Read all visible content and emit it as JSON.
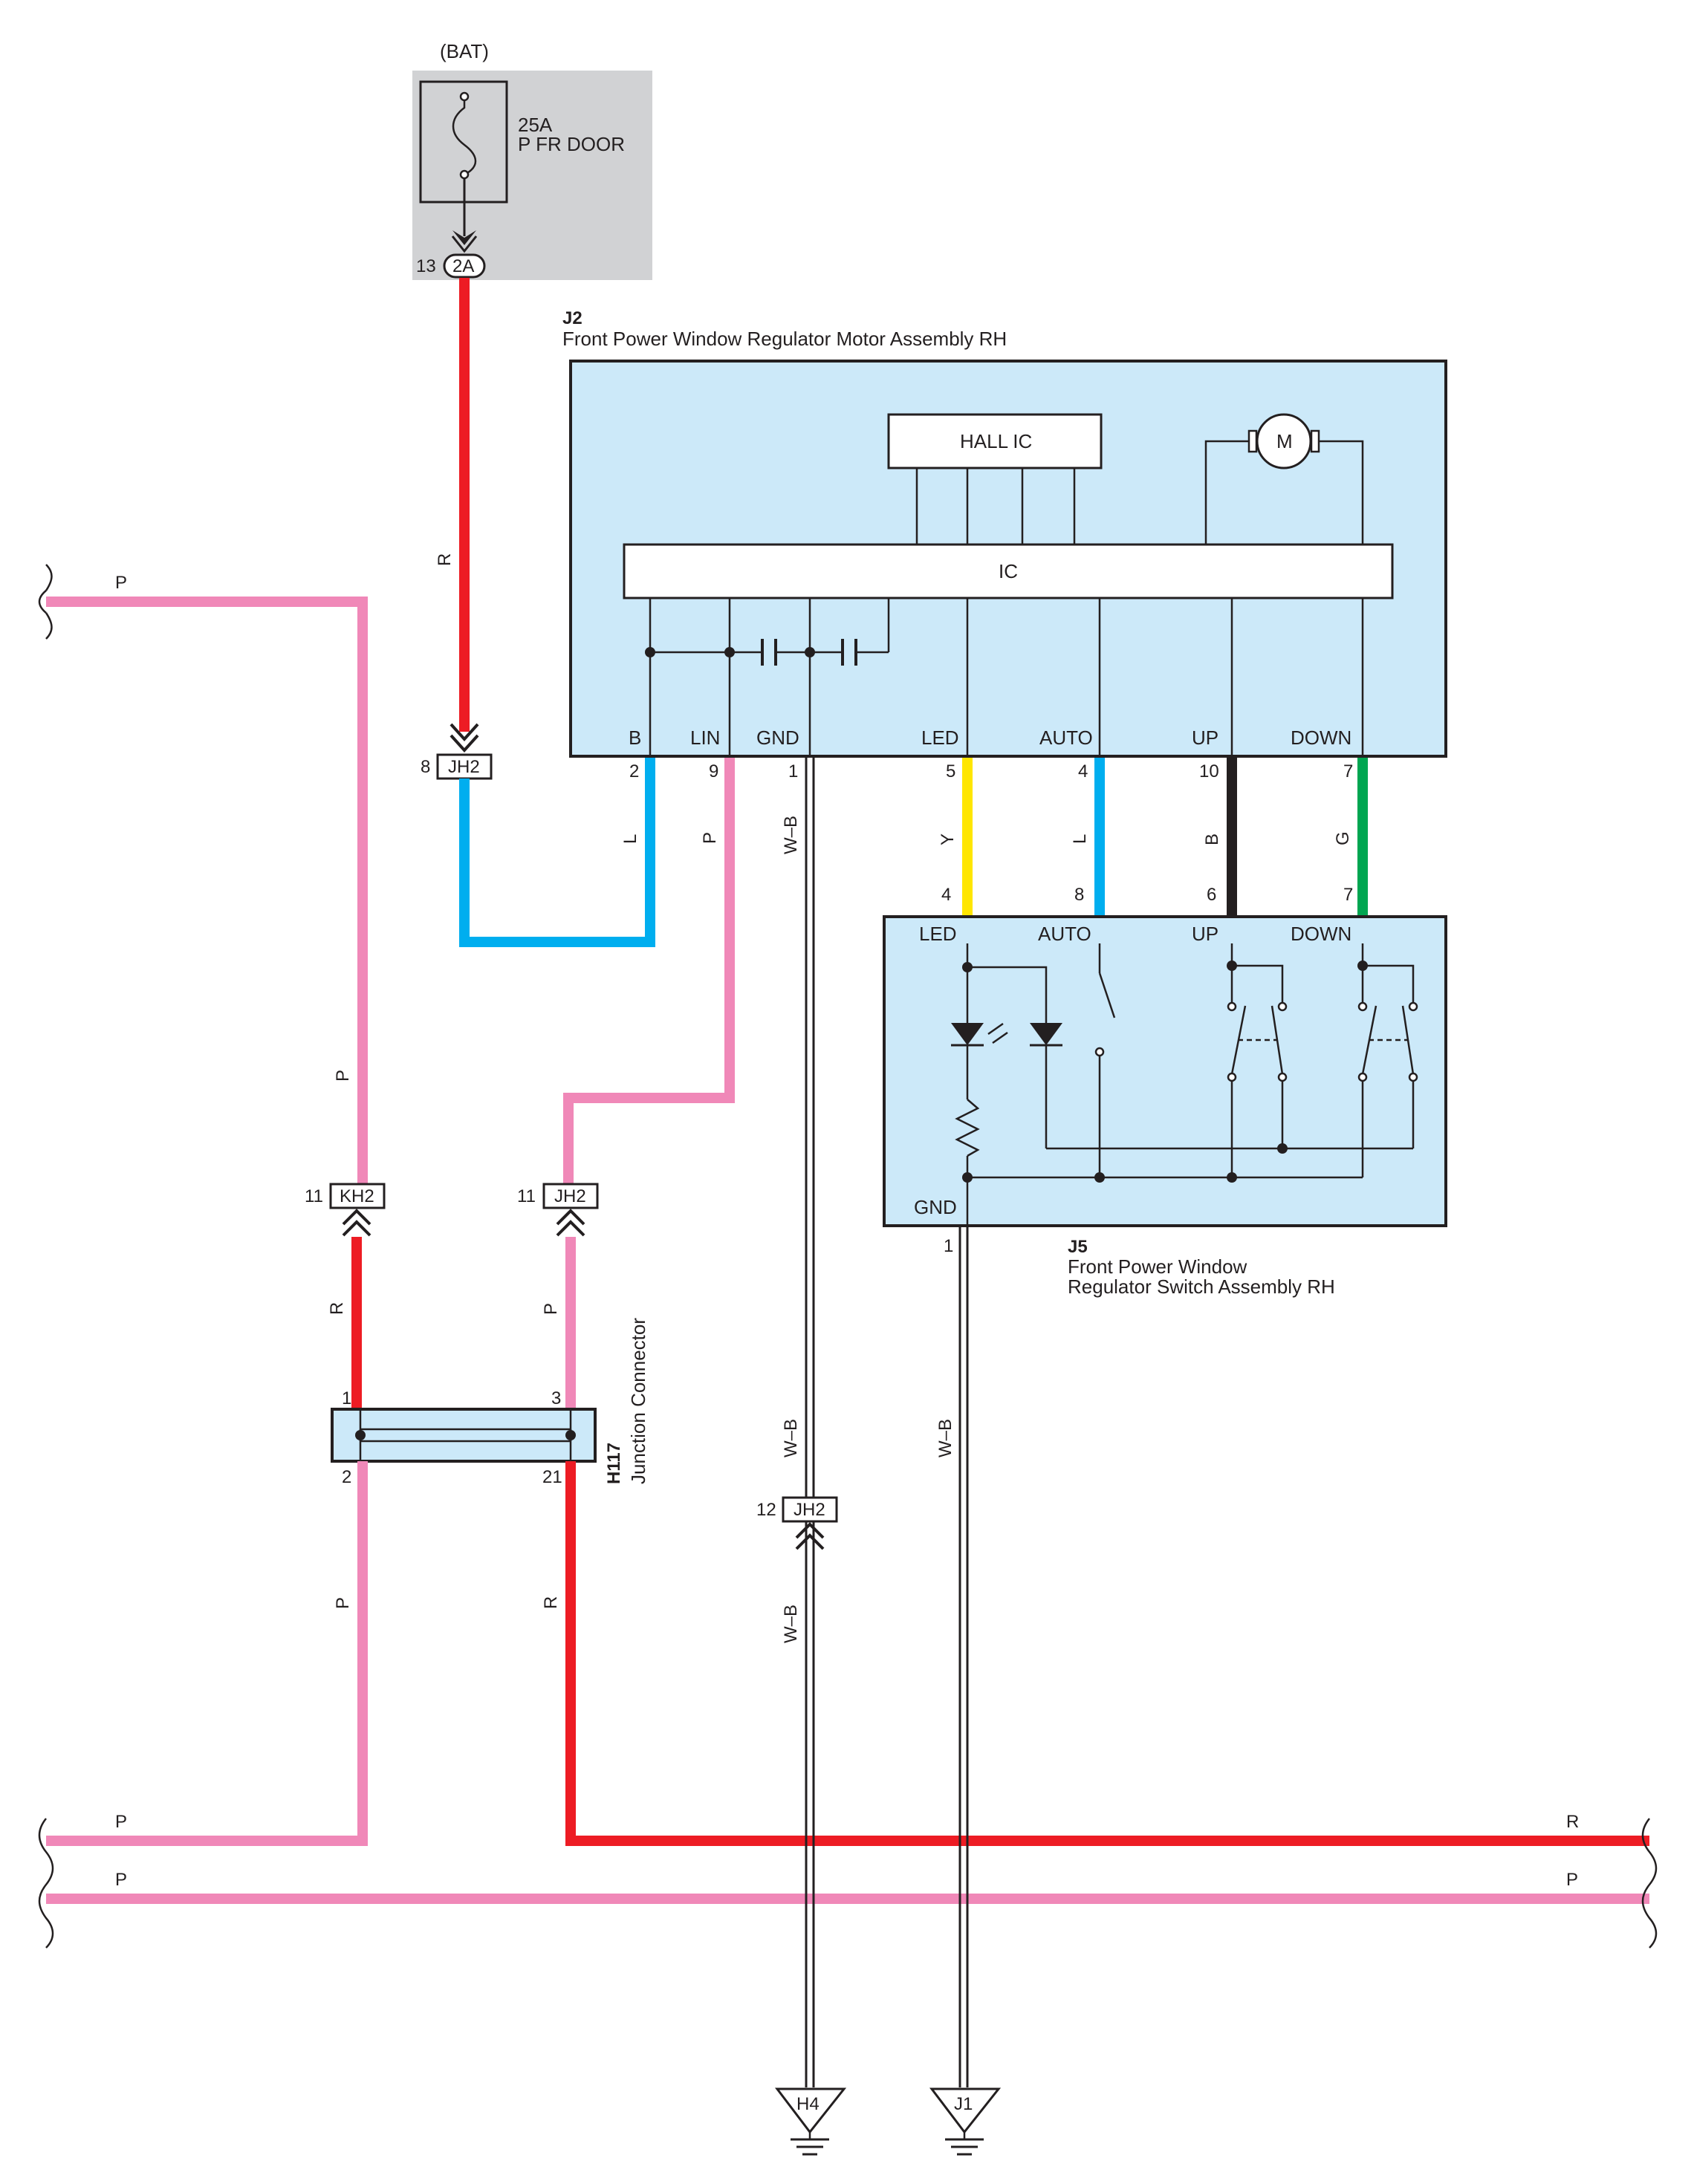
{
  "colors": {
    "red": "#ed1c24",
    "pink": "#f088b8",
    "blue": "#00aeef",
    "yellow": "#ffe600",
    "green": "#00a651",
    "black": "#231f20",
    "panel_blue": "#cce9f9",
    "fuse_gray": "#d1d2d4"
  },
  "fuse_block": {
    "source": "(BAT)",
    "rating": "25A",
    "name": "P FR DOOR",
    "pin": "13",
    "connector": "2A"
  },
  "motor_assembly": {
    "id": "J2",
    "name": "Front Power Window Regulator Motor Assembly RH",
    "hall_ic": "HALL IC",
    "motor": "M",
    "ic": "IC",
    "terminals": [
      "B",
      "LIN",
      "GND",
      "LED",
      "AUTO",
      "UP",
      "DOWN"
    ],
    "pins": [
      "2",
      "9",
      "1",
      "5",
      "4",
      "10",
      "7"
    ]
  },
  "switch_assembly": {
    "id": "J5",
    "name_line1": "Front Power Window",
    "name_line2": "Regulator Switch Assembly RH",
    "terminals": [
      "LED",
      "AUTO",
      "UP",
      "DOWN"
    ],
    "pins": [
      "4",
      "8",
      "6",
      "7"
    ],
    "gnd_label": "GND",
    "gnd_pin": "1"
  },
  "junction_connector": {
    "id": "H117",
    "name": "Junction Connector",
    "pins_top": [
      "1",
      "3"
    ],
    "pins_bottom": [
      "2",
      "21"
    ]
  },
  "connectors": {
    "jh2_b": {
      "pin": "8",
      "label": "JH2"
    },
    "kh2": {
      "pin": "11",
      "label": "KH2"
    },
    "jh2_lin": {
      "pin": "11",
      "label": "JH2"
    },
    "jh2_gnd": {
      "pin": "12",
      "label": "JH2"
    }
  },
  "wires": {
    "bat_wire": "R",
    "b_wire": "L",
    "lin_wire": "P",
    "gnd_wire": "W–B",
    "led_wire": "Y",
    "auto_wire": "L",
    "up_wire": "B",
    "down_wire": "G",
    "left_top": "P",
    "left_mid": "P",
    "left_r": "R",
    "lin_upper": "P",
    "lin_lower": "P",
    "left_bottom": "P",
    "junction_right_r": "R",
    "gnd_lower": "W–B",
    "j5_gnd": "W–B",
    "bus_left_p1": "P",
    "bus_left_p2": "P",
    "bus_right_r": "R",
    "bus_right_p": "P"
  },
  "grounds": [
    "H4",
    "J1"
  ]
}
